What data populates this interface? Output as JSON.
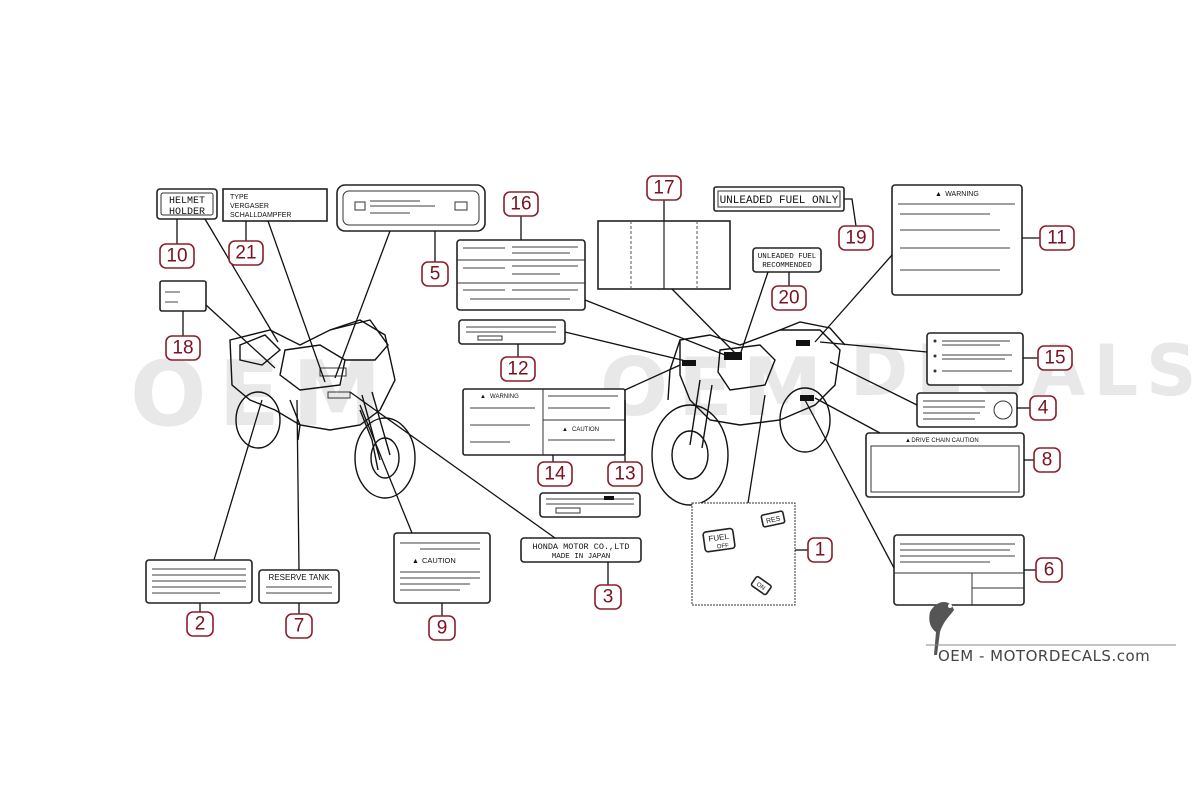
{
  "decals": {
    "helmet_holder": [
      "HELMET",
      "HOLDER"
    ],
    "type_plate": [
      "TYPE",
      "VERGASER",
      "SCHALLDAMPFER"
    ],
    "warning": "WARNING",
    "caution": "CAUTION",
    "drive_chain_caution": "DRIVE CHAIN CAUTION",
    "honda_plate": [
      "HONDA MOTOR CO.,LTD",
      "MADE IN JAPAN"
    ],
    "reserve_tank": "RESERVE TANK",
    "unleaded_fuel_only": "UNLEADED FUEL ONLY",
    "unleaded_recommended": [
      "UNLEADED FUEL",
      "RECOMMENDED"
    ],
    "fuel_switch": [
      "FUEL",
      "OFF",
      "RES",
      "ON"
    ]
  },
  "callouts": {
    "n1": "1",
    "n2": "2",
    "n3": "3",
    "n4": "4",
    "n5": "5",
    "n6": "6",
    "n7": "7",
    "n8": "8",
    "n9": "9",
    "n10": "10",
    "n11": "11",
    "n12": "12",
    "n13": "13",
    "n14": "14",
    "n15": "15",
    "n16": "16",
    "n17": "17",
    "n18": "18",
    "n19": "19",
    "n20": "20",
    "n21": "21"
  },
  "brand": "OEM - MOTORDECALS.com",
  "colors": {
    "callout": "#8b1e2b",
    "line": "#111111",
    "watermark": "#e6e6e6"
  }
}
